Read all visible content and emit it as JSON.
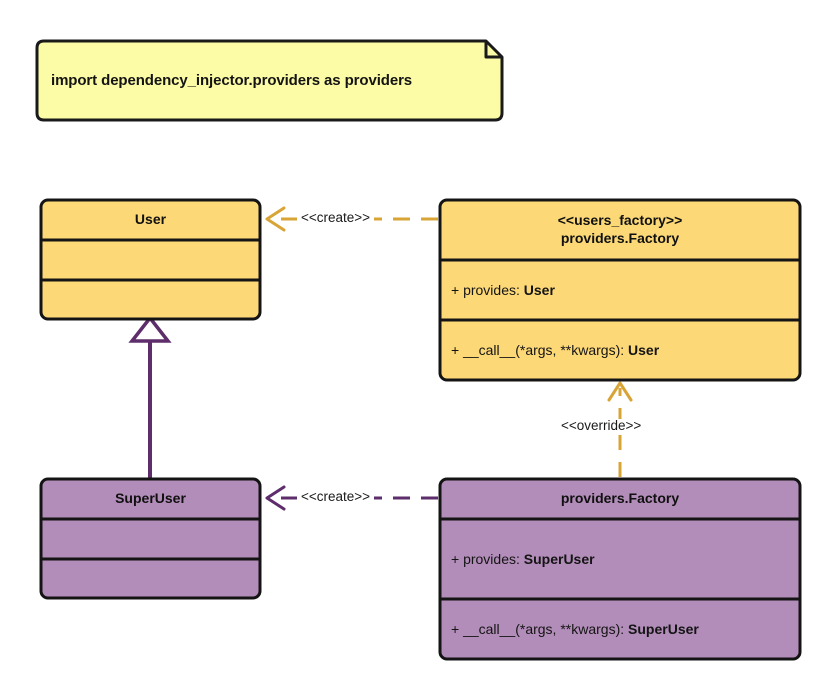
{
  "diagram": {
    "kind": "uml-class-diagram",
    "colors": {
      "note_fill": "#FCFCA6",
      "note_border": "#1A1A1A",
      "user_fill": "#FCD877",
      "user_border": "#141414",
      "superuser_fill": "#B28DB9",
      "superuser_border": "#141414",
      "orange_edge": "#D9A436",
      "purple_edge": "#5E2D6B",
      "background": "#FFFFFF"
    },
    "note": {
      "text": "import dependency_injector.providers as providers"
    },
    "classes": [
      {
        "id": "user",
        "stereotype": "",
        "name": "User",
        "attributes": [],
        "operations": []
      },
      {
        "id": "users_factory",
        "stereotype": "<<users_factory>>",
        "name": "providers.Factory",
        "attributes": [
          "+ provides: User"
        ],
        "attributes_plain": [
          "+ provides: "
        ],
        "attributes_bold": [
          "User"
        ],
        "operations": [
          "+ __call__(*args, **kwargs): User"
        ],
        "operations_plain": [
          "+ __call__(*args, **kwargs): "
        ],
        "operations_bold": [
          "User"
        ]
      },
      {
        "id": "superuser",
        "stereotype": "",
        "name": "SuperUser",
        "attributes": [],
        "operations": []
      },
      {
        "id": "providers_factory",
        "stereotype": "",
        "name": "providers.Factory",
        "attributes": [
          "+ provides: SuperUser"
        ],
        "attributes_plain": [
          "+ provides: "
        ],
        "attributes_bold": [
          "SuperUser"
        ],
        "operations": [
          "+ __call__(*args, **kwargs): SuperUser"
        ],
        "operations_plain": [
          "+ __call__(*args, **kwargs): "
        ],
        "operations_bold": [
          "SuperUser"
        ]
      }
    ],
    "edges": [
      {
        "id": "create-user",
        "label": "<<create>>",
        "style": "dashed",
        "color": "#D9A436",
        "from": "users_factory",
        "to": "user",
        "arrow": "open"
      },
      {
        "id": "override",
        "label": "<<override>>",
        "style": "dashed",
        "color": "#D9A436",
        "from": "providers_factory",
        "to": "users_factory",
        "arrow": "open"
      },
      {
        "id": "create-superuser",
        "label": "<<create>>",
        "style": "dashed",
        "color": "#5E2D6B",
        "from": "providers_factory",
        "to": "superuser",
        "arrow": "open"
      },
      {
        "id": "inheritance",
        "label": "",
        "style": "solid",
        "color": "#5E2D6B",
        "from": "superuser",
        "to": "user",
        "arrow": "hollow-triangle"
      }
    ]
  }
}
